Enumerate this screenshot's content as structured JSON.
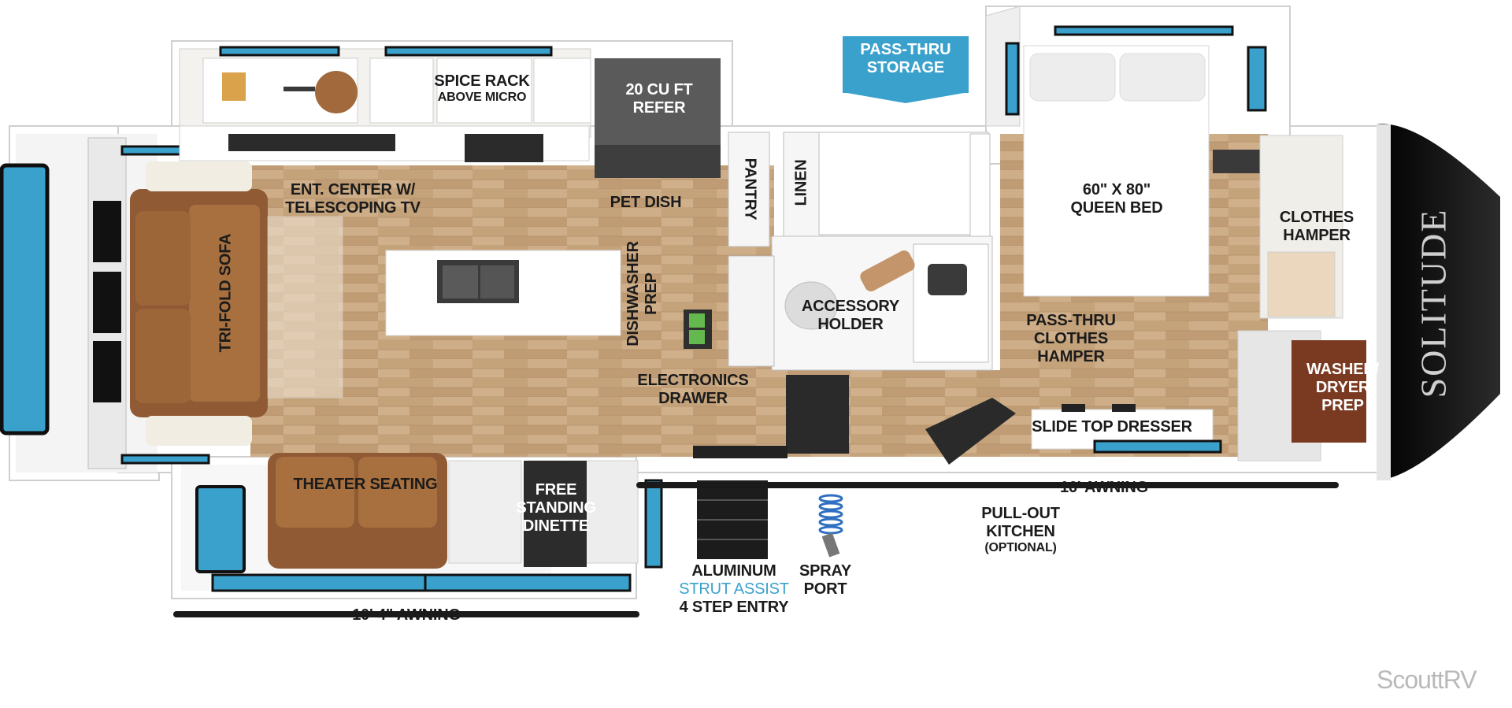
{
  "labels": {
    "tri_fold_sofa": "TRI-FOLD SOFA",
    "ent_center_1": "ENT. CENTER w/",
    "ent_center_2": "TELESCOPING TV",
    "spice_rack_1": "SPICE RACK",
    "spice_rack_2": "ABOVE MICRO",
    "refer_1": "20 CU FT",
    "refer_2": "REFER",
    "pet_dish": "PET DISH",
    "pantry": "PANTRY",
    "linen": "LINEN",
    "dishwasher_1": "DISHWASHER",
    "dishwasher_2": "PREP",
    "electronics_1": "ELECTRONICS",
    "electronics_2": "DRAWER",
    "accessory_1": "ACCESSORY",
    "accessory_2": "HOLDER",
    "pass_thru_storage_1": "PASS-THRU",
    "pass_thru_storage_2": "STORAGE",
    "queen_bed_1": "60\" x 80\"",
    "queen_bed_2": "QUEEN BED",
    "clothes_hamper_1": "CLOTHES",
    "clothes_hamper_2": "HAMPER",
    "pass_hamper_1": "PASS-THRU",
    "pass_hamper_2": "CLOTHES",
    "pass_hamper_3": "HAMPER",
    "washer_1": "WASHER/",
    "washer_2": "DRYER",
    "washer_3": "PREP",
    "slide_dresser": "SLIDE TOP DRESSER",
    "awning_16": "16' AWNING",
    "awning_10": "10' 4\" AWNING",
    "theater": "THEATER SEATING",
    "dinette_1": "FREE",
    "dinette_2": "STANDING",
    "dinette_3": "DINETTE",
    "pullout_1": "PULL-OUT",
    "pullout_2": "KITCHEN",
    "pullout_3": "(OPTIONAL)",
    "aluminum": "ALUMINUM",
    "strut": "STRUT ASSIST",
    "step_entry": "4 STEP ENTRY",
    "spray_1": "SPRAY",
    "spray_2": "PORT"
  },
  "brand": "SOLITUDE",
  "watermark": "ScouttRV",
  "colors": {
    "floor": "#c9a882",
    "floor_dark": "#b08e69",
    "wall": "#ffffff",
    "wall_edge": "#d6d6d6",
    "sofa": "#8f5a34",
    "window": "#3aa1cd",
    "accent_blue": "#3aa1cd",
    "cap": "#111111"
  }
}
